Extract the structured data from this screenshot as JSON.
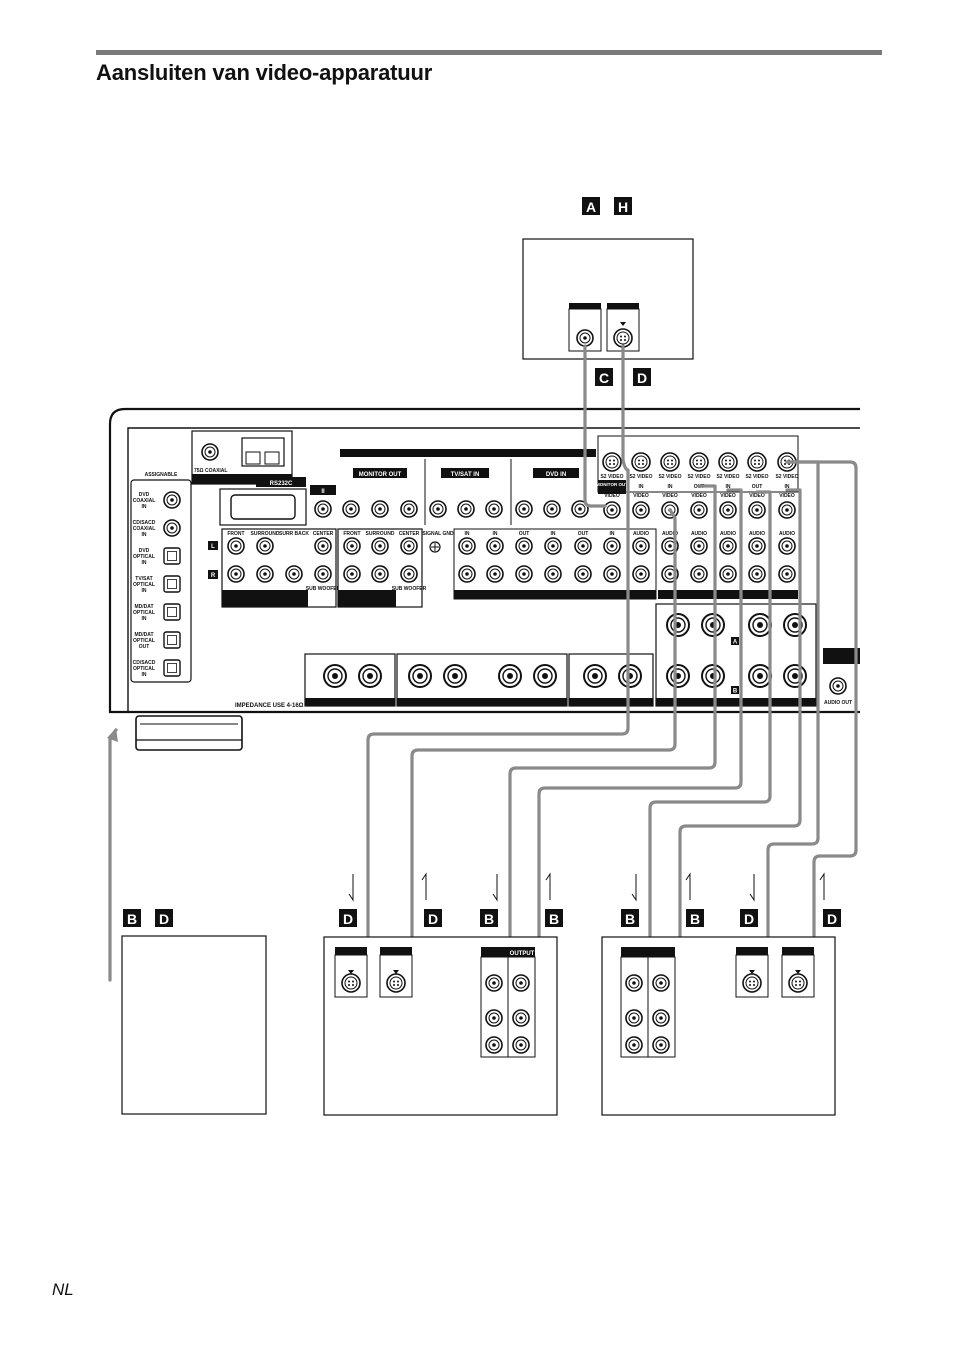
{
  "page": {
    "title": "Aansluiten van video-apparatuur",
    "footer": "NL"
  },
  "markers": {
    "top_device": [
      "A",
      "H"
    ],
    "top_cables": [
      "C",
      "D"
    ],
    "left_device": [
      "B",
      "D"
    ],
    "middle_device": [
      "D",
      "D",
      "B",
      "B"
    ],
    "right_device": [
      "B",
      "B",
      "D",
      "D"
    ]
  },
  "receiver": {
    "assignable": "ASSIGNABLE",
    "coaxial": "75Ω COAXIAL",
    "rs232c": "RS232C",
    "ii": "II",
    "monitor_out": "MONITOR OUT",
    "tvsat_in": "TV/SAT IN",
    "dvd_in": "DVD IN",
    "signal_gnd": "SIGNAL GND",
    "impedance": "IMPEDANCE USE 4-16Ω",
    "audio_out": "AUDIO OUT",
    "letter_L": "L",
    "letter_R": "R",
    "letter_A": "A",
    "letter_B": "B",
    "inputs_left": [
      [
        "DVD",
        "COAXIAL",
        "IN"
      ],
      [
        "CD/SACD",
        "COAXIAL",
        "IN"
      ],
      [
        "DVD",
        "OPTICAL",
        "IN"
      ],
      [
        "TV/SAT",
        "OPTICAL",
        "IN"
      ],
      [
        "MD/DAT",
        "OPTICAL",
        "IN"
      ],
      [
        "MD/DAT",
        "OPTICAL",
        "OUT"
      ],
      [
        "CD/SACD",
        "OPTICAL",
        "IN"
      ]
    ],
    "speaker_labels": [
      "FRONT",
      "SURROUND",
      "SURR BACK",
      "CENTER"
    ],
    "speaker_labels_2": [
      "FRONT",
      "SURROUND",
      "CENTER"
    ],
    "sub_woofer": "SUB WOOFER",
    "jack_in": "IN",
    "jack_out": "OUT",
    "jack_video": "VIDEO",
    "jack_audio": "AUDIO",
    "s2_video": "S2 VIDEO",
    "monitor_out_small": "MONITOR OUT",
    "middle_device_output": "OUTPUT"
  }
}
